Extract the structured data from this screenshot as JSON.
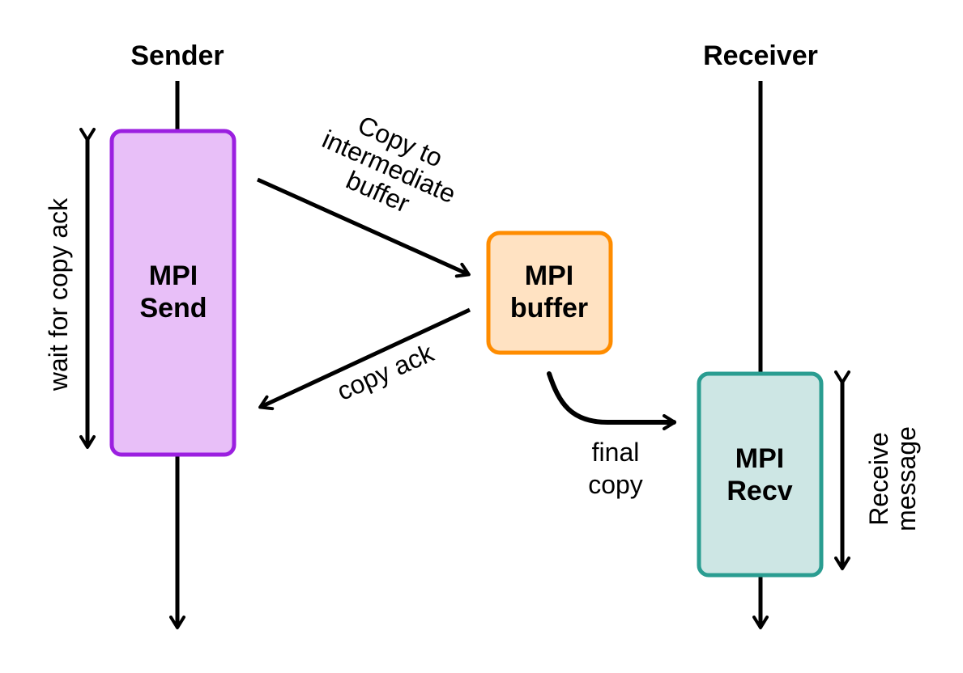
{
  "lanes": {
    "sender": "Sender",
    "receiver": "Receiver"
  },
  "boxes": {
    "send": {
      "line1": "MPI",
      "line2": "Send",
      "fill": "#E8BFF8",
      "stroke": "#9B1FE0"
    },
    "buffer": {
      "line1": "MPI",
      "line2": "buffer",
      "fill": "#FFE2C2",
      "stroke": "#FF8C00"
    },
    "recv": {
      "line1": "MPI",
      "line2": "Recv",
      "fill": "#CDE6E4",
      "stroke": "#2A9D91"
    }
  },
  "annotations": {
    "copy_to_line1": "Copy to",
    "copy_to_line2": "intermediate",
    "copy_to_line3": "buffer",
    "copy_ack": "copy ack",
    "final_copy_line1": "final",
    "final_copy_line2": "copy",
    "wait_for_copy_ack": "wait for copy ack",
    "receive_line1": "Receive",
    "receive_line2": "message"
  }
}
